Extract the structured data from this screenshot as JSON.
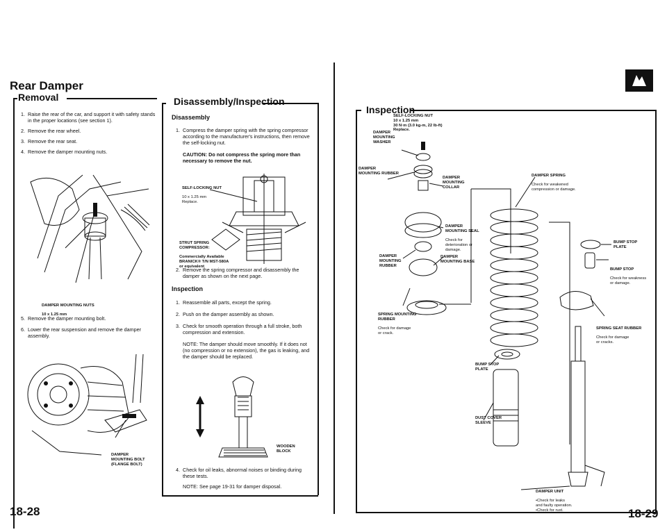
{
  "left_page": {
    "title": "Rear Damper",
    "removal_heading": "Removal",
    "steps_a": [
      {
        "n": "1.",
        "t": "Raise the rear of the car, and support it with safety stands in the proper locations (see section 1)."
      },
      {
        "n": "2.",
        "t": "Remove the rear wheel."
      },
      {
        "n": "3.",
        "t": "Remove the rear seat."
      },
      {
        "n": "4.",
        "t": "Remove the damper mounting nuts."
      }
    ],
    "nuts_label": "DAMPER MOUNTING NUTS",
    "nuts_spec": "10 x 1.25 mm",
    "steps_b": [
      {
        "n": "5.",
        "t": "Remove the damper mounting bolt."
      },
      {
        "n": "6.",
        "t": "Lower the rear suspension and remove the damper assembly."
      }
    ],
    "bolt_label": "DAMPER\nMOUNTING BOLT\n(FLANGE BOLT)",
    "page_number": "18-28"
  },
  "middle": {
    "heading": "Disassembly/Inspection",
    "disassembly_heading": "Disassembly",
    "step1": {
      "n": "1.",
      "t": "Compress the damper spring with the spring compressor according to the manufacturer's instructions, then remove the self-locking nut."
    },
    "caution": "CAUTION: Do not compress the spring more than necessary to remove the nut.",
    "nut_label": "SELF-LOCKING NUT",
    "nut_spec": "10 x 1.25 mm\nReplace.",
    "compressor_label": "STRUT SPRING\nCOMPRESSOR:",
    "compressor_sub": "Commercially Available\nBRANICK® T/N MST-580A\nor equivalent",
    "step2": {
      "n": "2.",
      "t": "Remove the spring compressor and disassembly the damper as shown on the next page."
    },
    "inspection_heading": "Inspection",
    "insp_steps": [
      {
        "n": "1.",
        "t": "Reassemble all parts, except the spring."
      },
      {
        "n": "2.",
        "t": "Push on the damper assembly as shown."
      },
      {
        "n": "3.",
        "t": "Check for smooth operation through a full stroke, both compression and extension."
      }
    ],
    "note1": "NOTE: The damper should move smoothly. If it does not (no compression or no extension), the gas is leaking, and the damper should be replaced.",
    "block_label": "WOODEN\nBLOCK",
    "step4": {
      "n": "4.",
      "t": "Check for oil leaks, abnormal noises or binding during these tests."
    },
    "note2": "NOTE: See page 19-31 for damper disposal."
  },
  "right_page": {
    "heading": "Inspection",
    "labels": {
      "self_locking_nut": "SELF-LOCKING NUT\n10 x 1.25 mm\n30 N·m (3.0 kg-m, 22 lb-ft)\nReplace.",
      "mounting_washer": "DAMPER\nMOUNTING\nWASHER",
      "mounting_rubber_top": "DAMPER\nMOUNTING RUBBER",
      "mounting_collar": "DAMPER\nMOUNTING\nCOLLAR",
      "damper_spring": "DAMPER SPRING",
      "damper_spring_sub": "Check for weakened\ncompression or damage.",
      "mounting_seal": "DAMPER\nMOUNTING SEAL",
      "mounting_seal_sub": "Check for\ndeterioration or\ndamage.",
      "mounting_rubber_low": "DAMPER\nMOUNTING\nRUBBER",
      "mounting_base": "DAMPER\nMOUNTING BASE",
      "bump_stop_plate_top": "BUMP STOP\nPLATE",
      "bump_stop": "BUMP STOP",
      "bump_stop_sub": "Check for weakness\nor damage.",
      "spring_mounting_rubber": "SPRING MOUNTING\nRUBBER",
      "spring_mounting_rubber_sub": "Check for damage\nor crack.",
      "spring_seat_rubber": "SPRING SEAT RUBBER",
      "spring_seat_rubber_sub": "Check for damage\nor cracks.",
      "bump_stop_plate_low": "BUMP STOP\nPLATE",
      "dust_cover": "DUST COVER\nSLEEVE",
      "damper_unit": "DAMPER UNIT",
      "damper_unit_sub": "•Check for leaks\nand faulty operation.\n•Check for rust."
    },
    "page_number": "18-29"
  }
}
